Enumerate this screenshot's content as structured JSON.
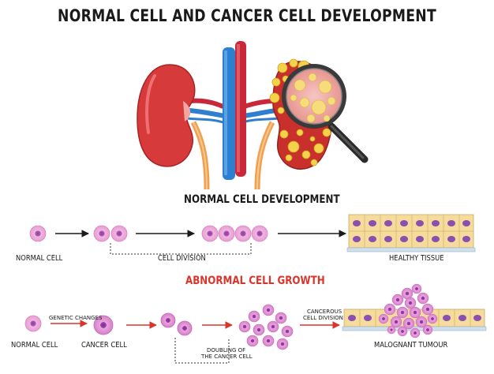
{
  "title": "NORMAL CELL AND CANCER CELL DEVELOPMENT",
  "normal_section": {
    "title": "NORMAL CELL DEVELOPMENT",
    "labels": {
      "normal_cell": "NORMAL CELL",
      "cell_division": "CELL DIVISION",
      "healthy_tissue": "HEALTHY TISSUE"
    }
  },
  "abnormal_section": {
    "title": "ABNORMAL CELL GROWTH",
    "labels": {
      "normal_cell": "NORMAL CELL",
      "genetic_changes": "GENETIC CHANGES",
      "cancer_cell": "CANCER CELL",
      "doubling_line1": "DOUBLING OF",
      "doubling_line2": "THE CANCER CELL",
      "cancerous_line1": "CANCEROUS",
      "cancerous_line2": "CELL DIVISION",
      "malignant_tumour": "MALOGNANT TUMOUR"
    }
  },
  "colors": {
    "abnormal_title": "#d9352b",
    "kidney_healthy": "#d63a3a",
    "kidney_cancer": "#c9302c",
    "vein": "#2f7fd1",
    "artery": "#c8283a",
    "ureter": "#f0a050",
    "normal_cell": "#e59ad0",
    "cancer_cell": "#d56ac4",
    "tissue": "#f5dc9c",
    "arrow_black": "#1a1a1a",
    "arrow_red": "#d9352b"
  }
}
